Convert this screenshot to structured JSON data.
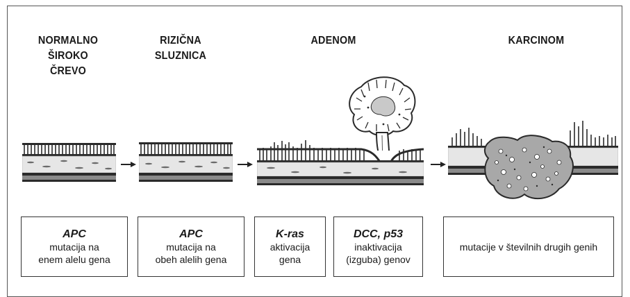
{
  "stages": [
    {
      "title_lines": [
        "NORMALNO",
        "ŠIROKO",
        "ČREVO"
      ]
    },
    {
      "title_lines": [
        "RIZIČNA",
        "SLUZNICA"
      ]
    },
    {
      "title_lines": [
        "ADENOM"
      ]
    },
    {
      "title_lines": [
        "KARCINOM"
      ]
    }
  ],
  "boxes": [
    {
      "gene": "APC",
      "desc_lines": [
        "mutacija na",
        "enem alelu gena"
      ]
    },
    {
      "gene": "APC",
      "desc_lines": [
        "mutacija na",
        "obeh alelih gena"
      ]
    },
    {
      "gene": "K-ras",
      "desc_lines": [
        "aktivacija",
        "gena"
      ]
    },
    {
      "gene": "DCC, p53",
      "desc_lines": [
        "inaktivacija",
        "(izguba) genov"
      ]
    },
    {
      "gene": "",
      "desc_lines": [
        "mutacije v številnih drugih genih"
      ]
    }
  ],
  "colors": {
    "border": "#333333",
    "tissue_dark": "#2a2a2a",
    "tissue_light": "#e6e6e6",
    "tissue_mid": "#9a9a9a"
  }
}
